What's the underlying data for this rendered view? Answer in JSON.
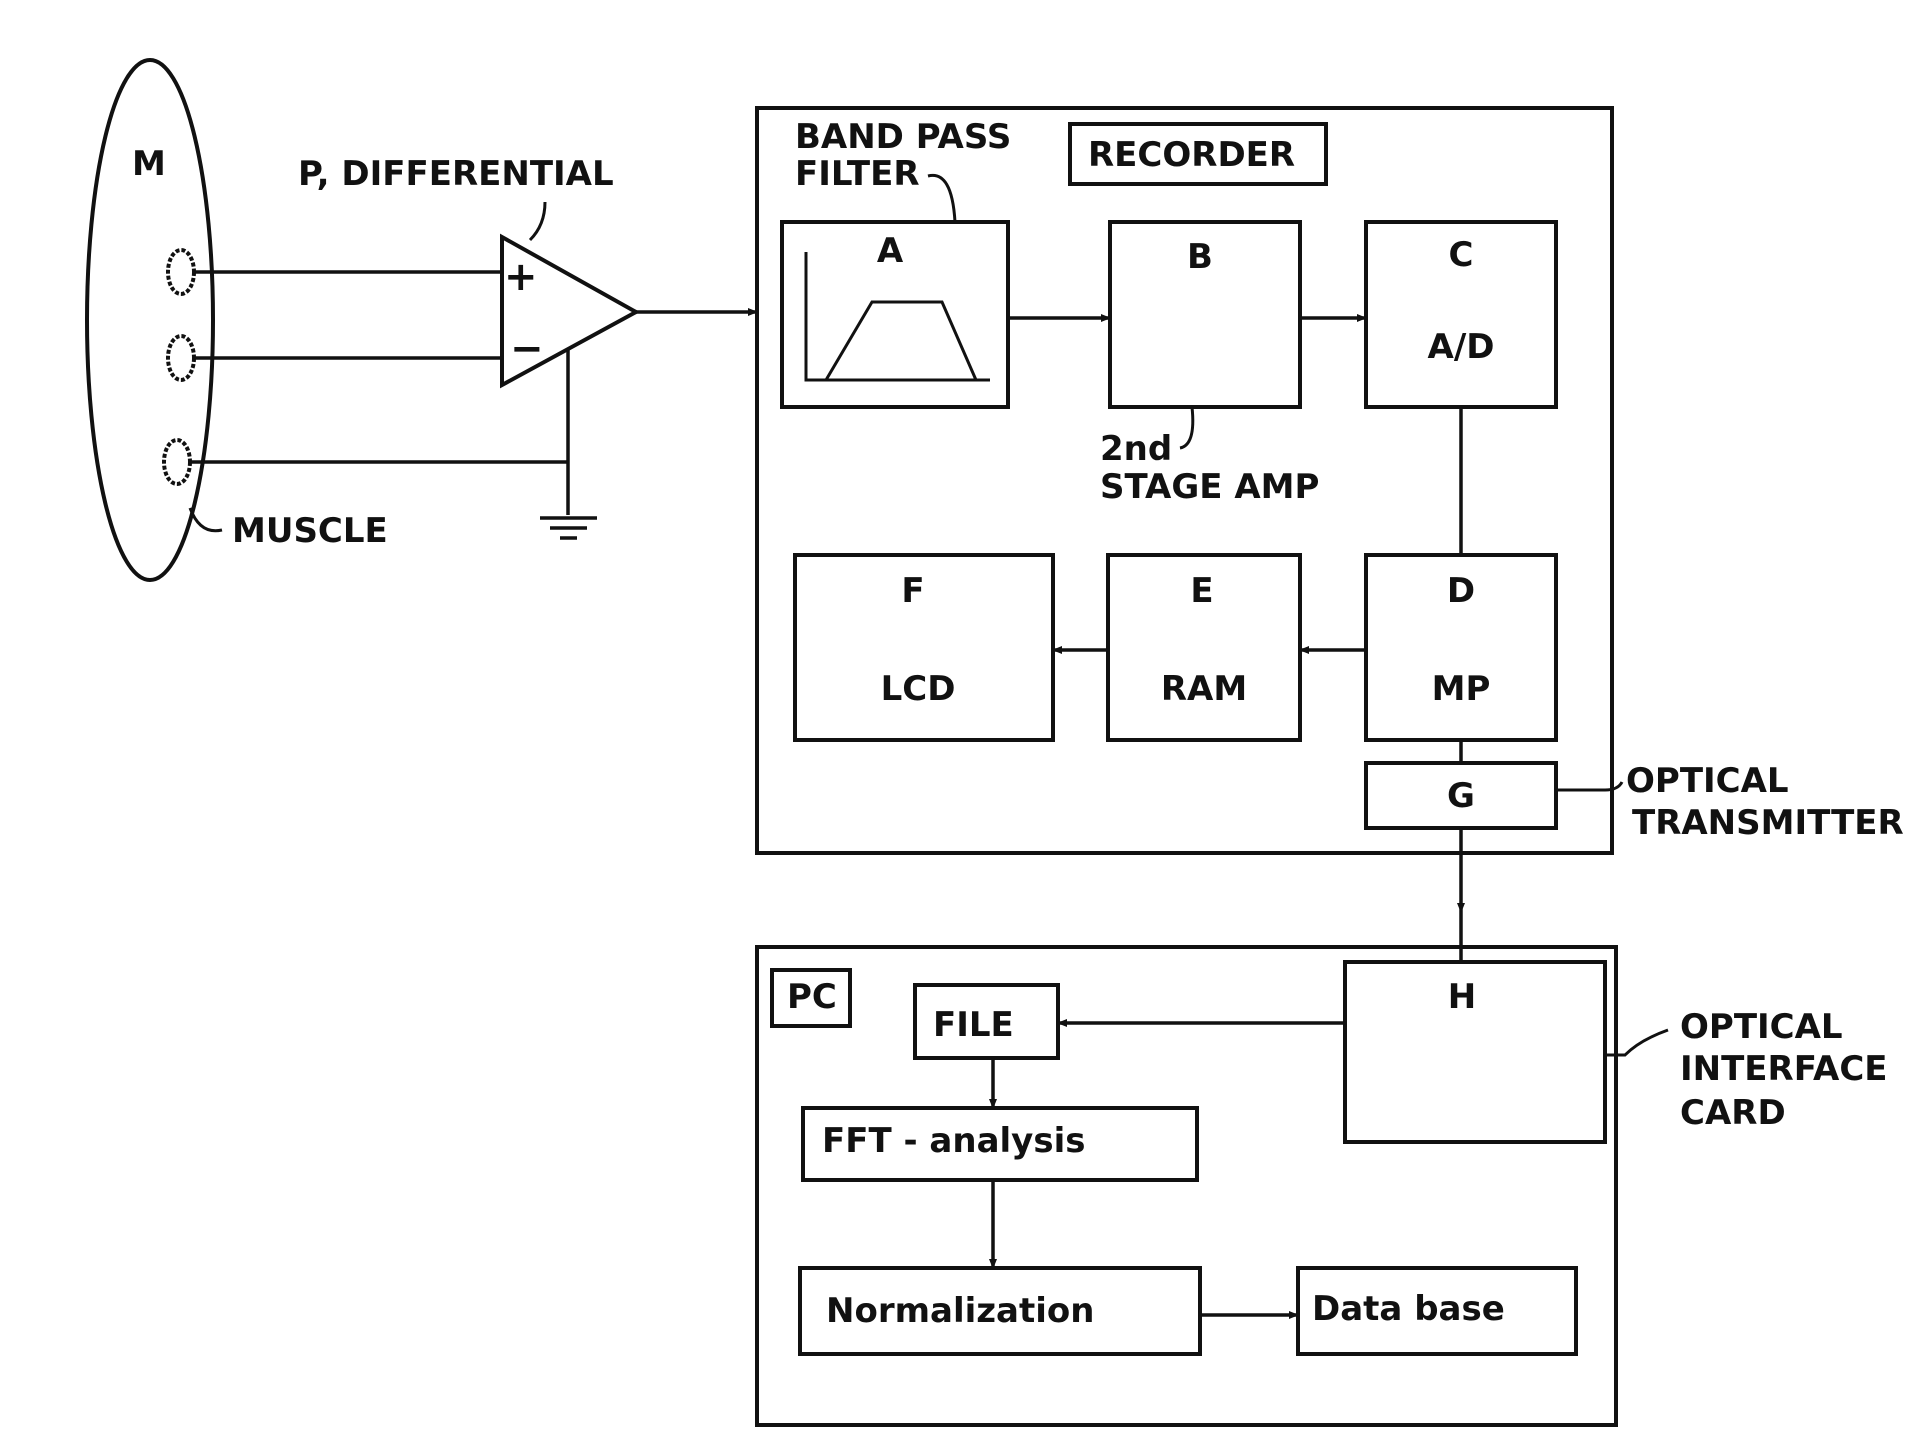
{
  "labels": {
    "muscle_mark": "M",
    "muscle": "MUSCLE",
    "amp": "P, DIFFERENTIAL",
    "plus": "+",
    "minus": "−",
    "band_pass_1": "BAND PASS",
    "band_pass_2": "FILTER",
    "recorder": "RECORDER",
    "block_a": "A",
    "block_b": "B",
    "block_c": "C",
    "block_c_sub": "A/D",
    "stage_amp_1": "2nd",
    "stage_amp_2": "STAGE AMP",
    "block_d": "D",
    "block_d_sub": "MP",
    "block_e": "E",
    "block_e_sub": "RAM",
    "block_f": "F",
    "block_f_sub": "LCD",
    "block_g": "G",
    "optical_tx_1": "OPTICAL",
    "optical_tx_2": "TRANSMITTER",
    "pc": "PC",
    "block_h": "H",
    "optical_if_1": "OPTICAL",
    "optical_if_2": "INTERFACE",
    "optical_if_3": "CARD",
    "file": "FILE",
    "fft": "FFT - analysis",
    "normalization": "Normalization",
    "database": "Data base"
  },
  "colors": {
    "ink": "#111111",
    "background": "#ffffff"
  }
}
